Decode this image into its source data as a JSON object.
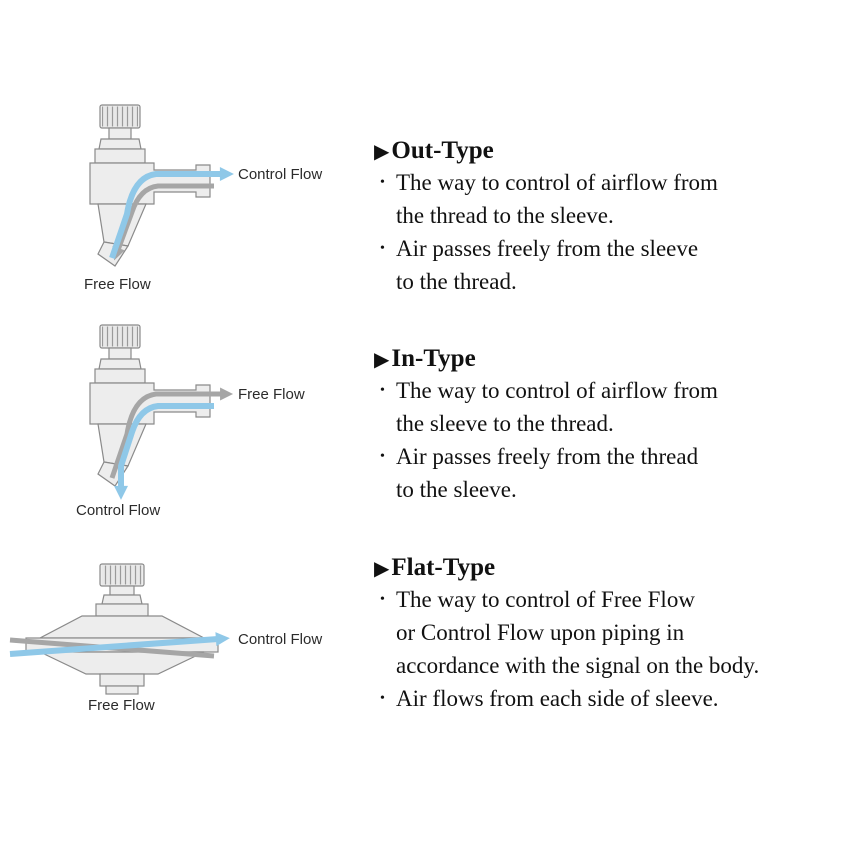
{
  "page": {
    "background": "#ffffff"
  },
  "ui": {
    "bullet_char": "•",
    "arrow_char": "▶"
  },
  "colors": {
    "flow_blue": "#8fc8e8",
    "flow_gray": "#a6a6a6",
    "valve_fill": "#ededed",
    "valve_stroke": "#8a8a8a",
    "label_color": "#2b2b2b",
    "text_color": "#111111"
  },
  "sections": [
    {
      "id": "out-type",
      "heading": "Out-Type",
      "bullets": [
        {
          "lines": [
            "The way to control of airflow from",
            "the thread to the sleeve."
          ]
        },
        {
          "lines": [
            "Air passes freely from the sleeve",
            "to the thread."
          ]
        }
      ],
      "diagram": {
        "right_label": "Control Flow",
        "bottom_label": "Free Flow"
      }
    },
    {
      "id": "in-type",
      "heading": "In-Type",
      "bullets": [
        {
          "lines": [
            "The way to control of airflow from",
            "the sleeve to the thread."
          ]
        },
        {
          "lines": [
            "Air passes freely from the thread",
            "to the sleeve."
          ]
        }
      ],
      "diagram": {
        "right_label": "Free Flow",
        "bottom_label": "Control Flow"
      }
    },
    {
      "id": "flat-type",
      "heading": "Flat-Type",
      "bullets": [
        {
          "lines": [
            "The way to control of Free Flow",
            "or Control Flow upon piping in",
            "accordance with the signal on the body."
          ]
        },
        {
          "lines": [
            "Air flows from each side of sleeve."
          ]
        }
      ],
      "diagram": {
        "right_label": "Control Flow",
        "bottom_label": "Free Flow"
      }
    }
  ]
}
